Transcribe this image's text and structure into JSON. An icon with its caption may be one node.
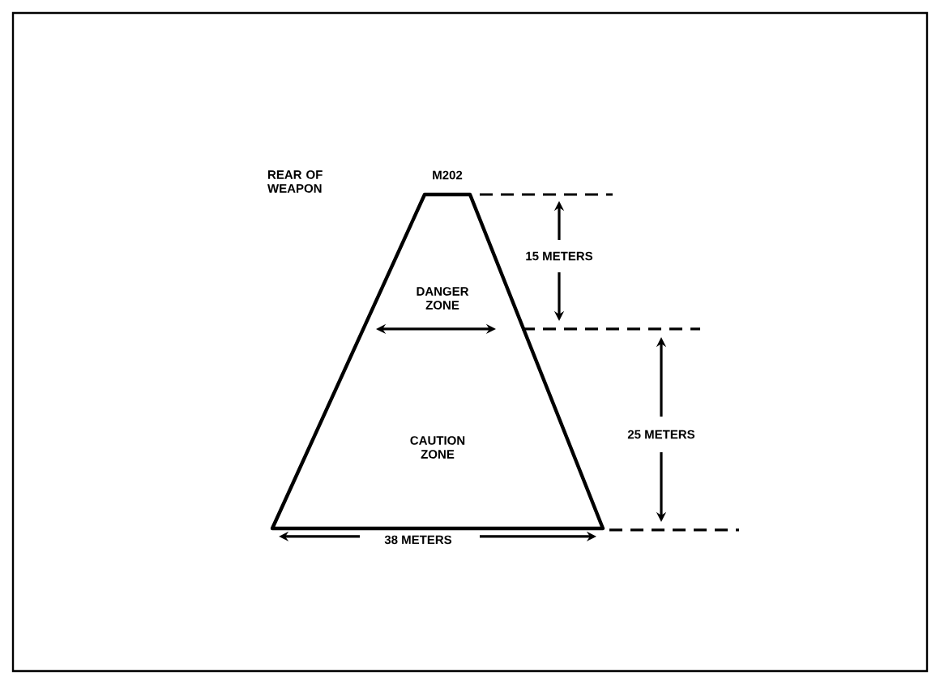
{
  "diagram": {
    "nodes": [
      {
        "text": [
          "M202",
          "DANGER ZONE",
          "CAUTION ZONE"
        ]
      }
    ],
    "edges": [],
    "labels": [
      "REAR OF WEAPON",
      "15 METERS",
      "25 METERS",
      "38 METERS"
    ]
  }
}
